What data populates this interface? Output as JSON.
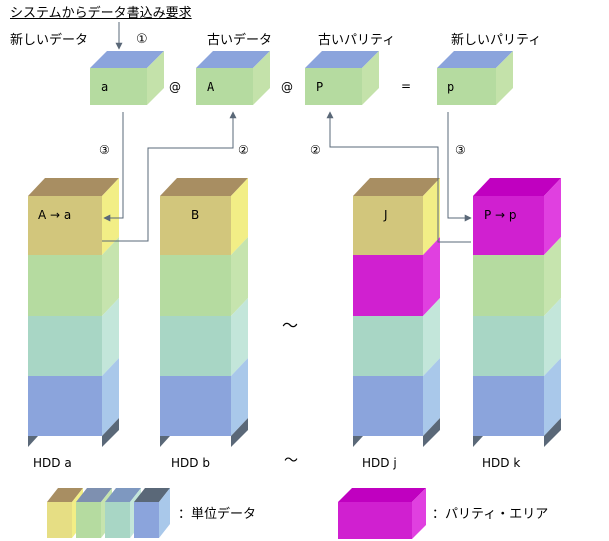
{
  "colors": {
    "yellow": "#EDE68A",
    "green": "#B5DBA0",
    "teal": "#A8D6C5",
    "blue": "#8BA4DC",
    "top_tan": "#A88E62",
    "magenta": "#D020D0",
    "arrow": "#5A6878",
    "foot": "#5A6878"
  },
  "header": {
    "request": "システムからデータ書込み要求",
    "step1": "①"
  },
  "blocks": [
    {
      "caption": "新しいデータ",
      "letter": "a"
    },
    {
      "caption": "古いデータ",
      "letter": "A"
    },
    {
      "caption": "古いパリティ",
      "letter": "P"
    },
    {
      "caption": "新しいパリティ",
      "letter": "p"
    }
  ],
  "operators": {
    "xor1": "@",
    "xor2": "@",
    "eq": "="
  },
  "steps": {
    "s3_left": "③",
    "s2_a": "②",
    "s2_b": "②",
    "s3_right": "③"
  },
  "hdds": [
    {
      "label": "HDD a",
      "top_text": "A → a"
    },
    {
      "label": "HDD b",
      "top_text": "B"
    },
    {
      "label": "HDD j",
      "top_text": "J"
    },
    {
      "label": "HDD k",
      "top_text": "P → p"
    }
  ],
  "tilde": "〜",
  "legend": {
    "unit_data": "：単位データ",
    "parity_area": "：パリティ・エリア"
  }
}
